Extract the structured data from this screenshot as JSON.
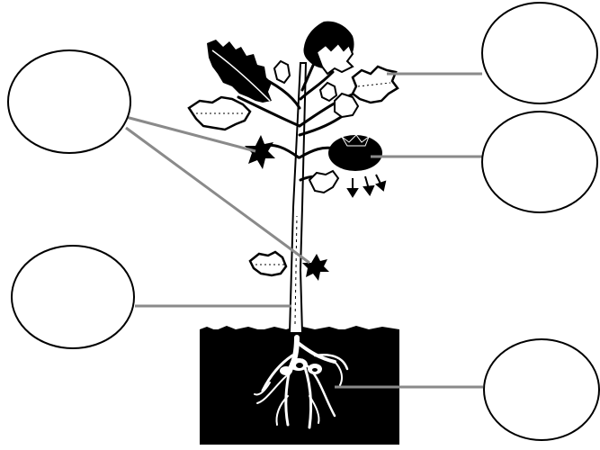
{
  "diagram": {
    "subject": "plant-parts-labeling-worksheet",
    "label_boxes": [
      {
        "id": "flowers",
        "text": ""
      },
      {
        "id": "leaves",
        "text": ""
      },
      {
        "id": "fruit",
        "text": ""
      },
      {
        "id": "stem",
        "text": ""
      },
      {
        "id": "roots",
        "text": ""
      }
    ],
    "colors": {
      "line": "#8a8a8a",
      "ink": "#000000",
      "soil": "#000000",
      "paper": "#ffffff"
    }
  }
}
